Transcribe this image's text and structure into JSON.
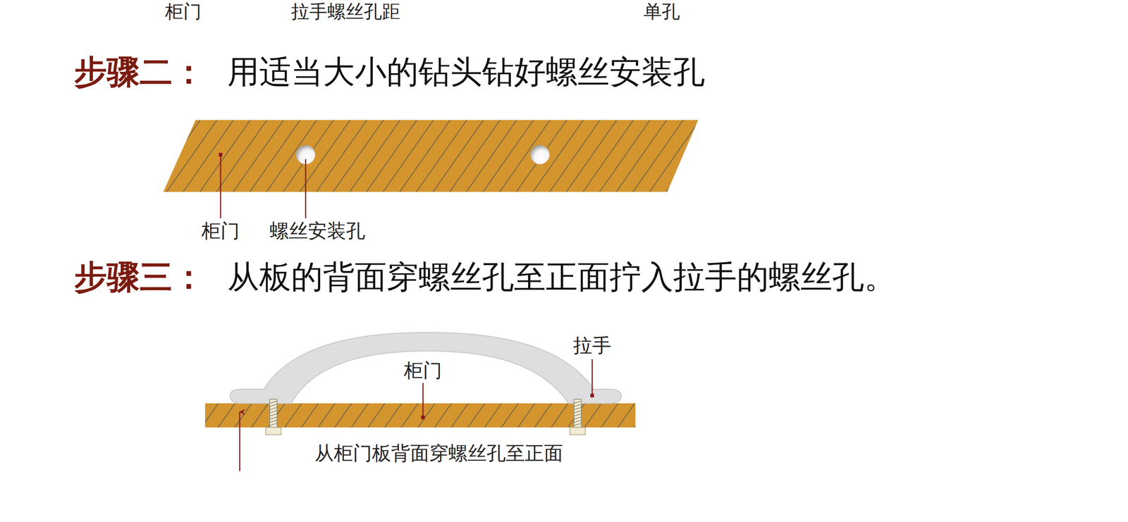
{
  "diagram": {
    "labels": [
      "柜门",
      "拉手螺丝孔距",
      "单孔",
      "步骤二：",
      "用适当大小的钻头钻好螺丝安装孔",
      "柜门",
      "螺丝安装孔",
      "步骤三：",
      "从板的背面穿螺丝孔至正面拧入拉手的螺丝孔。",
      "拉手",
      "柜门",
      "从柜门板背面穿螺丝孔至正面"
    ]
  }
}
